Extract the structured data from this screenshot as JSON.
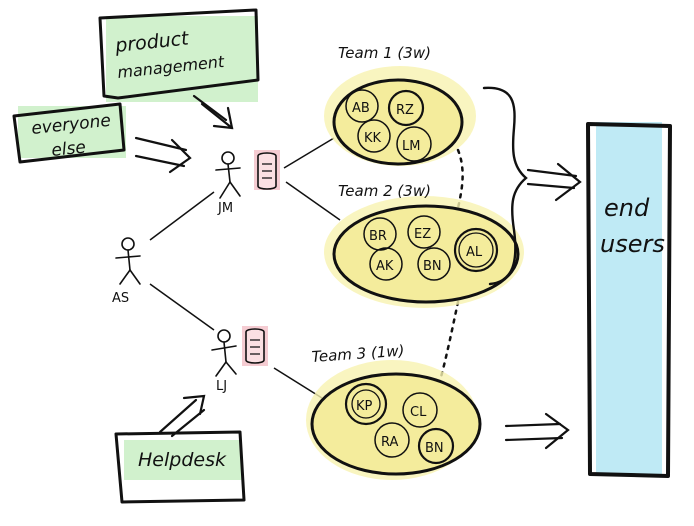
{
  "colors": {
    "ink": "#111111",
    "team_highlight": "#f7f3b0",
    "team_fill": "#f4ec9c",
    "green_highlight": "#c9efc4",
    "pink_highlight": "#f4c7cd",
    "end_users_fill": "#bfeaf5",
    "backlog_fill": "#fbe0e3"
  },
  "sources": {
    "product_management": {
      "line1": "product",
      "line2": "management"
    },
    "everyone_else": {
      "line1": "everyone",
      "line2": "else"
    },
    "helpdesk": {
      "label": "Helpdesk"
    }
  },
  "people": {
    "as": {
      "label": "AS"
    },
    "jm": {
      "label": "JM"
    },
    "lj": {
      "label": "LJ"
    }
  },
  "teams": [
    {
      "label": "Team 1 (3w)",
      "members": [
        "AB",
        "RZ",
        "KK",
        "LM"
      ]
    },
    {
      "label": "Team 2 (3w)",
      "members": [
        "BR",
        "EZ",
        "AL",
        "AK",
        "BN"
      ]
    },
    {
      "label": "Team 3 (1w)",
      "members": [
        "KP",
        "CL",
        "RA",
        "BN"
      ]
    }
  ],
  "end_users": {
    "line1": "end",
    "line2": "users"
  }
}
